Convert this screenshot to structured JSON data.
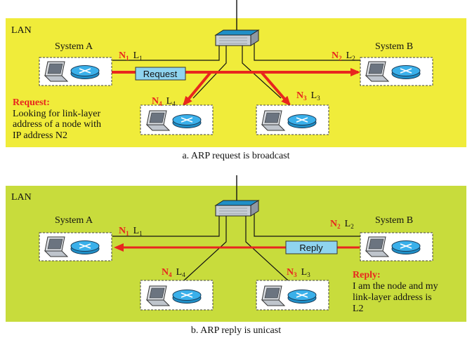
{
  "colors": {
    "panel_a": "#f0ec3a",
    "panel_b": "#c8dc3c",
    "arrow": "#e8261e",
    "packet": "#8fd4ef",
    "switch": "#4fb3e8"
  },
  "panel_a": {
    "lan_label": "LAN",
    "caption": "a. ARP request is broadcast",
    "system_a": "System A",
    "system_b": "System B",
    "n1": "N",
    "n1_sub": "1",
    "l1": "L",
    "l1_sub": "1",
    "n2": "N",
    "n2_sub": "2",
    "l2": "L",
    "l2_sub": "2",
    "n3": "N",
    "n3_sub": "3",
    "l3": "L",
    "l3_sub": "3",
    "n4": "N",
    "n4_sub": "4",
    "l4": "L",
    "l4_sub": "4",
    "packet_label": "Request",
    "note_title": "Request:",
    "note_lines": [
      "Looking for link-layer",
      "address of a node with",
      "IP address N2"
    ]
  },
  "panel_b": {
    "lan_label": "LAN",
    "caption": "b. ARP reply is unicast",
    "system_a": "System A",
    "system_b": "System B",
    "n1": "N",
    "n1_sub": "1",
    "l1": "L",
    "l1_sub": "1",
    "n2": "N",
    "n2_sub": "2",
    "l2": "L",
    "l2_sub": "2",
    "n3": "N",
    "n3_sub": "3",
    "l3": "L",
    "l3_sub": "3",
    "n4": "N",
    "n4_sub": "4",
    "l4": "L",
    "l4_sub": "4",
    "packet_label": "Reply",
    "note_title": "Reply:",
    "note_lines": [
      "I am the node and my",
      "link-layer address is",
      "L2"
    ]
  }
}
